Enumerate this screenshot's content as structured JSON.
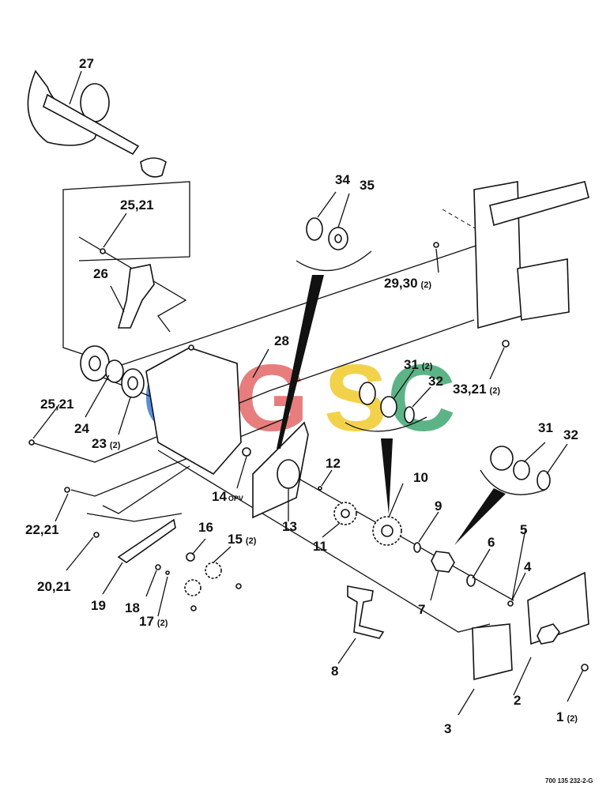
{
  "drawing_code": "700 135 232-2-G",
  "watermark": {
    "letters": [
      "C",
      "G",
      "S",
      "C"
    ],
    "colors": [
      "#4a86d8",
      "#e57373",
      "#f2cf3c",
      "#4fae7c"
    ]
  },
  "callouts": {
    "c1": "1",
    "c1q": "(2)",
    "c2": "2",
    "c3": "3",
    "c4": "4",
    "c5": "5",
    "c6": "6",
    "c7": "7",
    "c8": "8",
    "c9": "9",
    "c10": "10",
    "c11": "11",
    "c12": "12",
    "c13": "13",
    "c14": "14",
    "c14s": "OPV",
    "c15": "15",
    "c15q": "(2)",
    "c16": "16",
    "c17": "17",
    "c17q": "(2)",
    "c18": "18",
    "c19": "19",
    "c20": "20,21",
    "c22": "22,21",
    "c23": "23",
    "c23q": "(2)",
    "c24": "24",
    "c25a": "25,21",
    "c25b": "25,21",
    "c26": "26",
    "c27": "27",
    "c28": "28",
    "c29": "29,30",
    "c29q": "(2)",
    "c31a": "31",
    "c31aq": "(2)",
    "c31b": "31",
    "c32a": "32",
    "c32b": "32",
    "c33": "33,21",
    "c33q": "(2)",
    "c34": "34",
    "c35": "35"
  }
}
